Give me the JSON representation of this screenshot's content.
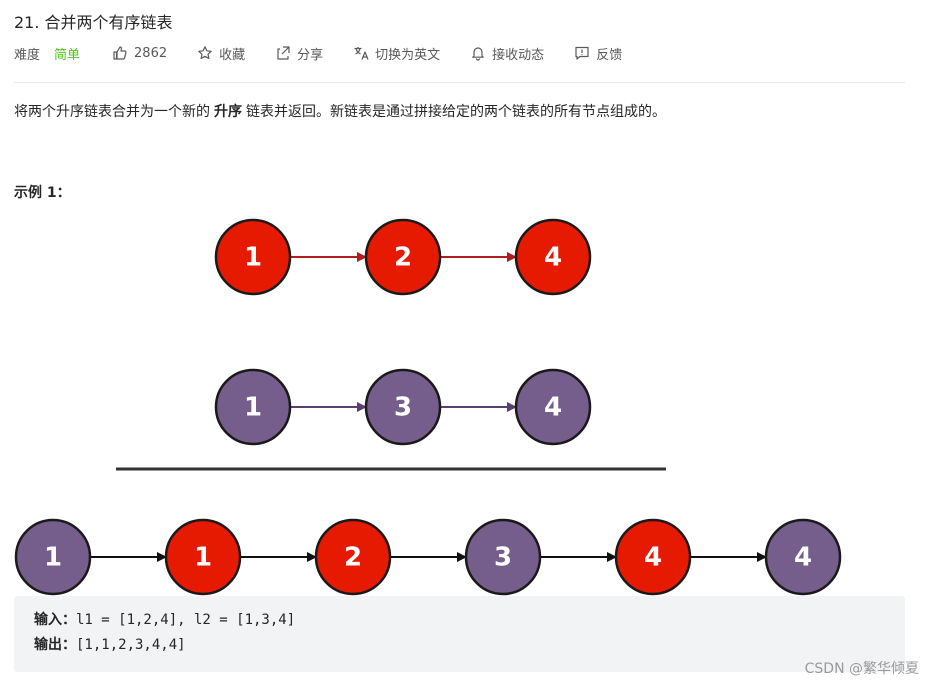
{
  "problem": {
    "title": "21. 合并两个有序链表",
    "difficulty_label": "难度",
    "difficulty_value": "简单",
    "likes": "2862",
    "actions": [
      {
        "icon": "star-icon",
        "label": "收藏"
      },
      {
        "icon": "share-icon",
        "label": "分享"
      },
      {
        "icon": "translate-icon",
        "label": "切换为英文"
      },
      {
        "icon": "bell-icon",
        "label": "接收动态"
      },
      {
        "icon": "feedback-icon",
        "label": "反馈"
      }
    ]
  },
  "description": {
    "before": "将两个升序链表合并为一个新的",
    "emphasis": "升序",
    "after": "链表并返回。新链表是通过拼接给定的两个链表的所有节点组成的。"
  },
  "example": {
    "title": "示例 1：",
    "input_label": "输入：",
    "input_value": "l1 = [1,2,4], l2 = [1,3,4]",
    "output_label": "输出：",
    "output_value": "[1,1,2,3,4,4]"
  },
  "diagram": {
    "list1": [
      "1",
      "2",
      "4"
    ],
    "list2": [
      "1",
      "3",
      "4"
    ],
    "merged": [
      {
        "value": "1",
        "from": "l2"
      },
      {
        "value": "1",
        "from": "l1"
      },
      {
        "value": "2",
        "from": "l1"
      },
      {
        "value": "3",
        "from": "l2"
      },
      {
        "value": "4",
        "from": "l1"
      },
      {
        "value": "4",
        "from": "l2"
      }
    ],
    "colors": {
      "l1_node": "#e61a00",
      "l2_node": "#765e8c",
      "l1_arrow": "#b01d1d",
      "l2_arrow": "#5b3f73",
      "merged_arrow": "#111111",
      "outline": "#1a1a1a"
    }
  },
  "watermark": "CSDN @繁华倾夏"
}
